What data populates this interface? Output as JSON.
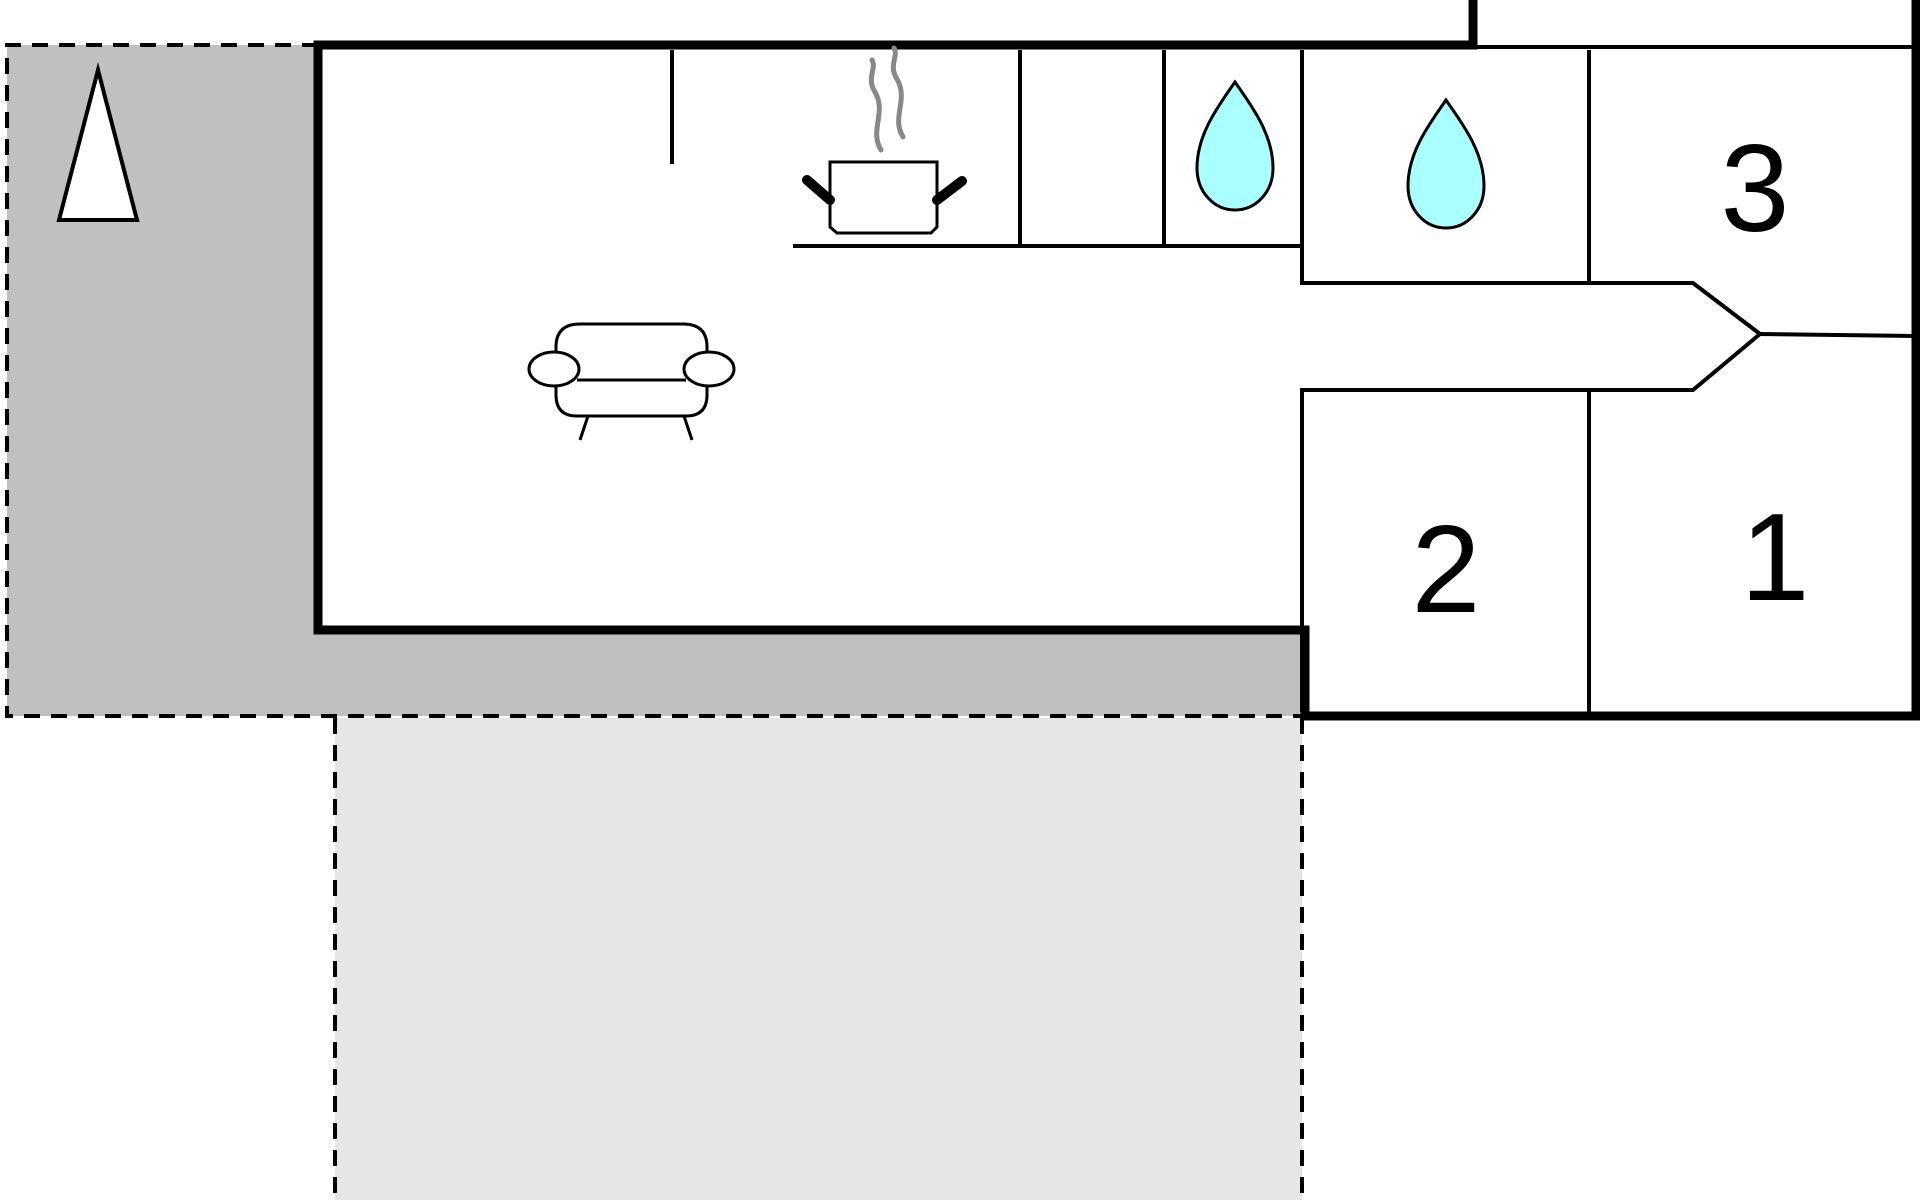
{
  "colors": {
    "background": "#ffffff",
    "wall": "#000000",
    "terrace": "#c0c0c0",
    "garden": "#e6e6e6",
    "water": "#aaffff",
    "steam": "#888888"
  },
  "icons": {
    "north": "north-arrow-icon",
    "kitchen": "cooking-pot-icon",
    "living": "sofa-icon",
    "bathroom_1": "water-drop-icon",
    "bathroom_2": "water-drop-icon"
  },
  "rooms": {
    "bedroom_3": "3",
    "bedroom_2": "2",
    "bedroom_1": "1"
  }
}
